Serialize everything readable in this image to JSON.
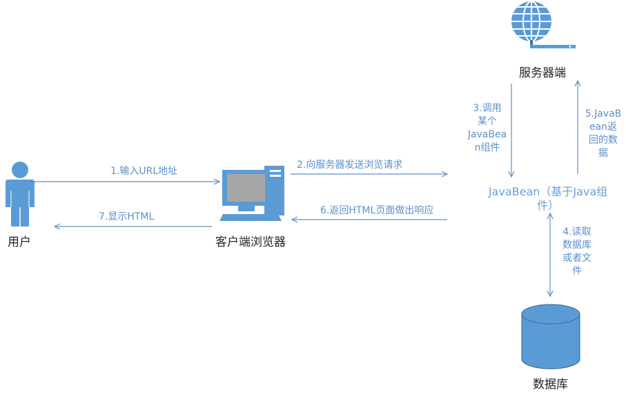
{
  "nodes": {
    "user": "用户",
    "browser": "客户端浏览器",
    "server": "服务器端",
    "javabean": [
      "JavaBean（基于Java组",
      "件）"
    ],
    "database": "数据库"
  },
  "edges": {
    "e1": "1.输入URL地址",
    "e2": "2.向服务器发送浏览请求",
    "e3": [
      "3.调用",
      "某个",
      "JavaBea",
      "n组件"
    ],
    "e4": [
      "4.读取",
      "数据库",
      "或者文",
      "件"
    ],
    "e5": [
      "5.JavaB",
      "ean返",
      "回的数",
      "据"
    ],
    "e6": "6.返回HTML页面做出响应",
    "e7": "7.显示HTML"
  },
  "colors": {
    "arrow": "#5b8fc9",
    "icon": "#5b9bd5",
    "icon_dark": "#41719c",
    "screen": "#a6a6a6"
  },
  "icons": [
    "user-icon",
    "computer-icon",
    "globe-server-icon",
    "database-icon"
  ]
}
